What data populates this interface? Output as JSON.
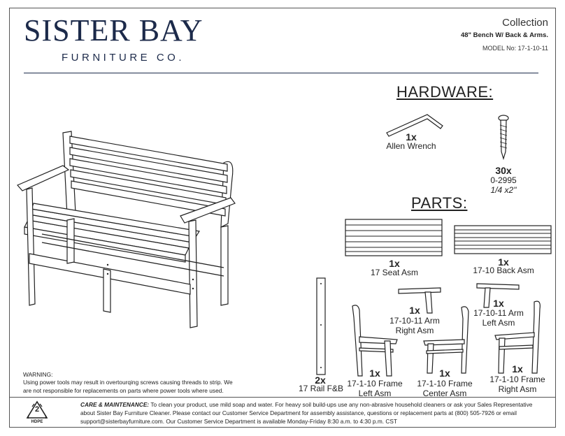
{
  "brand": {
    "name": "SISTER BAY",
    "sub": "FURNITURE CO."
  },
  "header": {
    "collection": "Collection",
    "product": "48\" Bench W/ Back & Arms.",
    "model": "MODEL No: 17-1-10-11"
  },
  "hardware": {
    "heading": "HARDWARE:",
    "items": [
      {
        "qty": "1x",
        "name": "Allen Wrench"
      },
      {
        "qty": "30x",
        "name": "0-2995",
        "size": "1/4 x2\""
      }
    ]
  },
  "parts": {
    "heading": "PARTS:",
    "items": [
      {
        "qty": "1x",
        "name": "17 Seat Asm"
      },
      {
        "qty": "1x",
        "name": "17-10 Back Asm"
      },
      {
        "qty": "1x",
        "name": "17-10-11 Arm Right Asm"
      },
      {
        "qty": "1x",
        "name": "17-10-11 Arm Left Asm"
      },
      {
        "qty": "2x",
        "name": "17 Rail F&B"
      },
      {
        "qty": "1x",
        "name": "17-1-10 Frame Left Asm"
      },
      {
        "qty": "1x",
        "name": "17-1-10 Frame Center Asm"
      },
      {
        "qty": "1x",
        "name": "17-1-10 Frame Right Asm"
      }
    ]
  },
  "warning": {
    "title": "WARNING:",
    "text": "Using power tools may result in overtourqing screws causing threads to strip. We are not responsible for replacements on parts where power tools where used."
  },
  "recycle": {
    "number": "2",
    "label": "HDPE"
  },
  "care": {
    "title": "CARE & MAINTENANCE:",
    "text": "To clean your product, use mild soap and water. For heavy soil build-ups use any non-abrasive household cleaners or ask your Sales Representative about Sister Bay Furniture Cleaner. Please contact our Customer Service Department for assembly assistance, questions or replacement parts at (800) 505-7926 or email support@sisterbayfurniture.com. Our Customer Service Department is available Monday-Friday 8:30 a.m. to 4:30 p.m. CST"
  }
}
